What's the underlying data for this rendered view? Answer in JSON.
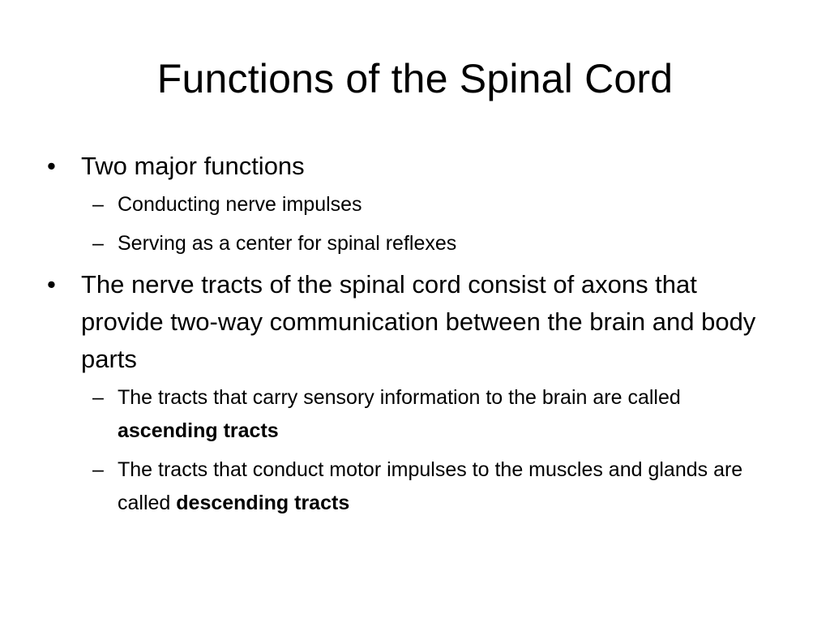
{
  "slide": {
    "title": "Functions of the Spinal Cord",
    "bullet_marker": "•",
    "sub_marker": "–",
    "items": [
      {
        "text": "Two major functions",
        "subitems": [
          {
            "text": "Conducting nerve impulses"
          },
          {
            "text": "Serving as a center for spinal reflexes"
          }
        ]
      },
      {
        "text": "The nerve tracts of the spinal cord consist of axons that provide two-way communication between the brain and body parts",
        "subitems": [
          {
            "text": "The tracts that carry sensory information to the brain are called ",
            "bold": "ascending tracts"
          },
          {
            "text": "The tracts that conduct motor impulses to the muscles and glands are called ",
            "bold": "descending tracts"
          }
        ]
      }
    ]
  }
}
